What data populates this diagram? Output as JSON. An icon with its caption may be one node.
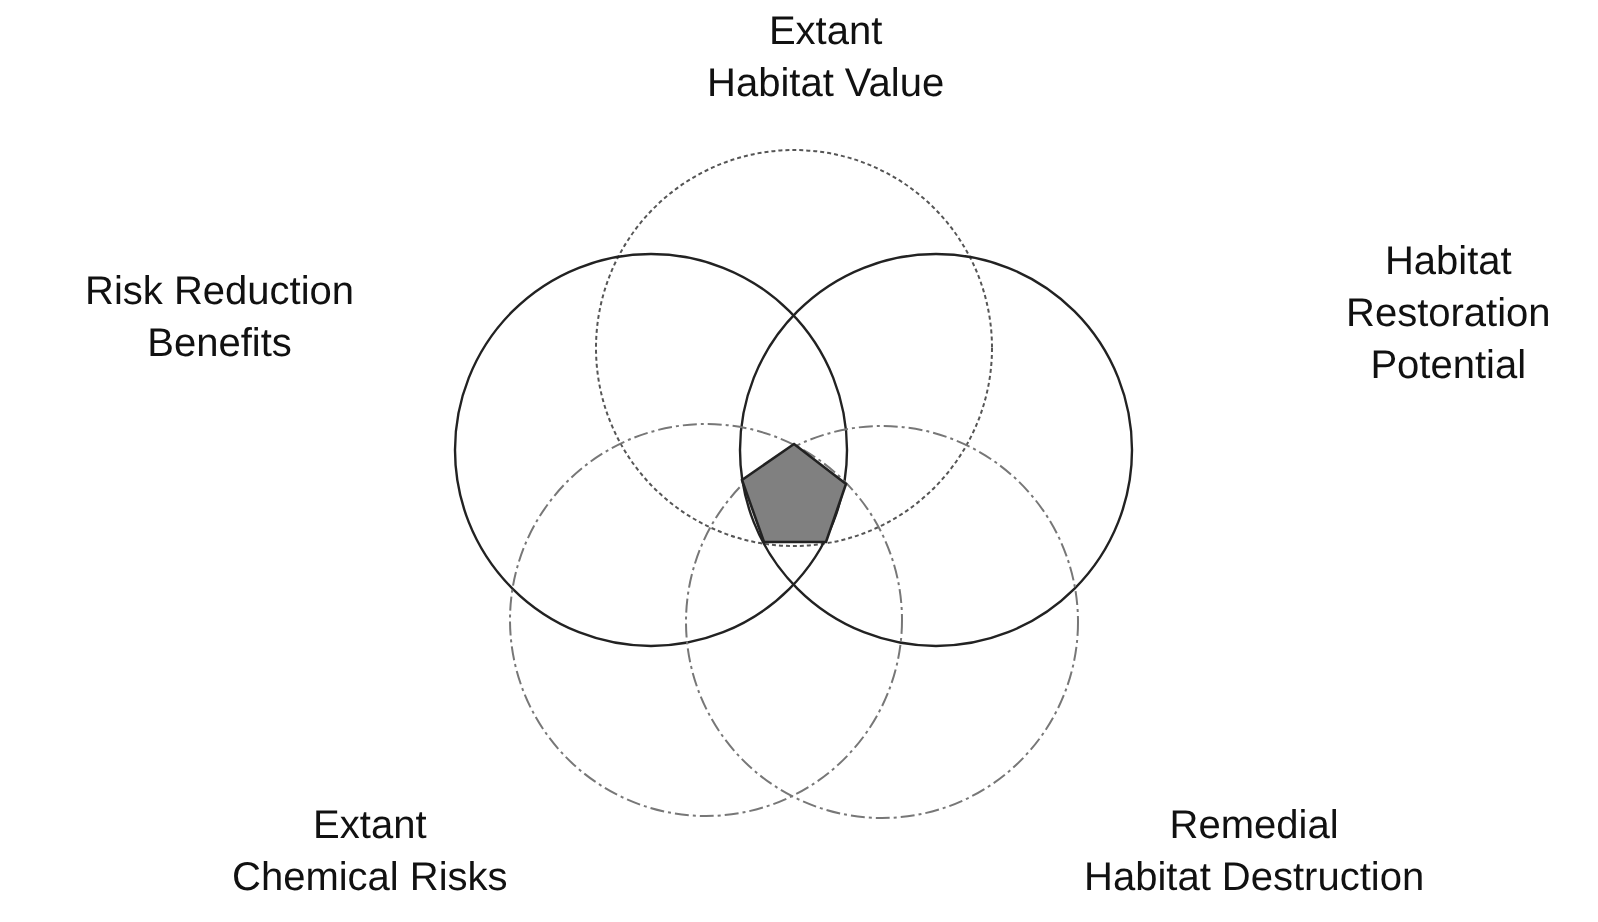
{
  "diagram": {
    "nodes": [
      {
        "text": [],
        "shape": "circle",
        "beside": [
          "Extant Habitat Value"
        ]
      },
      {
        "text": [],
        "shape": "circle",
        "beside": [
          "Risk Reduction Benefits"
        ]
      },
      {
        "text": [],
        "shape": "circle"
      },
      {
        "text": [],
        "shape": "circle",
        "beside": [
          "Extant Chemical Risks"
        ]
      },
      {
        "text": [],
        "shape": "circle",
        "beside": [
          "Remedial Habitat Destruction"
        ]
      }
    ],
    "labels": [
      "Habitat Restoration Potential"
    ]
  }
}
